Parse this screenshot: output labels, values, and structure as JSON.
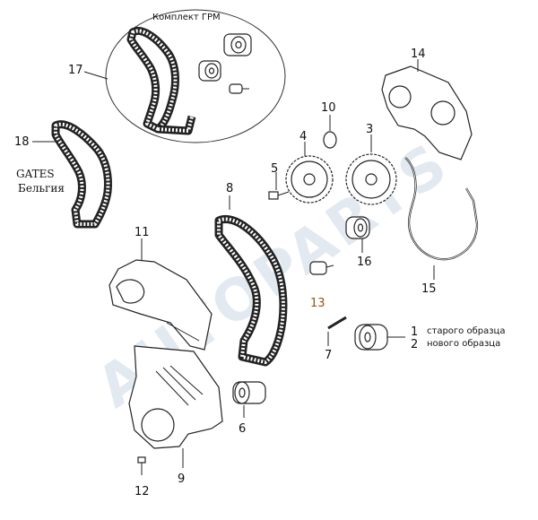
{
  "kit_label": "Комплект ГРМ",
  "brand": {
    "name": "GATES",
    "country": "Бельгия"
  },
  "watermark_text": "AUTOPARTS",
  "captions": {
    "old_style": "старого образца",
    "new_style": "нового образца"
  },
  "callouts": {
    "p1": "1",
    "p2": "2",
    "p3": "3",
    "p4": "4",
    "p5": "5",
    "p6": "6",
    "p7": "7",
    "p8": "8",
    "p9": "9",
    "p10": "10",
    "p11": "11",
    "p12": "12",
    "p13": "13",
    "p14": "14",
    "p15": "15",
    "p16": "16",
    "p17": "17",
    "p18": "18"
  },
  "colors": {
    "line": "#222222",
    "callout_13": "#8a5a10",
    "watermark": "#1f4f8f"
  }
}
